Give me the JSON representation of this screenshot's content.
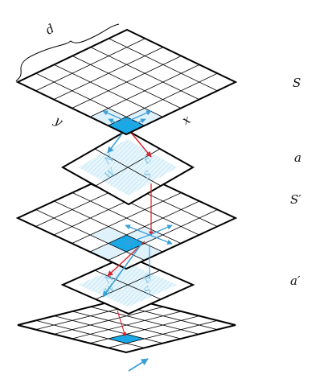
{
  "labels": {
    "state": "S",
    "action": "a",
    "next_state": "S′",
    "next_action": "a′",
    "dim": "d",
    "axis_y": "y",
    "axis_x": "x"
  },
  "action_letters": {
    "north": "N",
    "east": "E",
    "west": "W",
    "south": "S"
  },
  "colors": {
    "ink": "#000000",
    "cell_fill": "#dff2fb",
    "agent_fill": "#1aa9e6",
    "blue_arrow": "#3b9fd8",
    "red_arrow": "#e0202a",
    "action_letter": "#7fc4e6"
  },
  "icons": [
    "brace-icon",
    "arrow-icon"
  ]
}
